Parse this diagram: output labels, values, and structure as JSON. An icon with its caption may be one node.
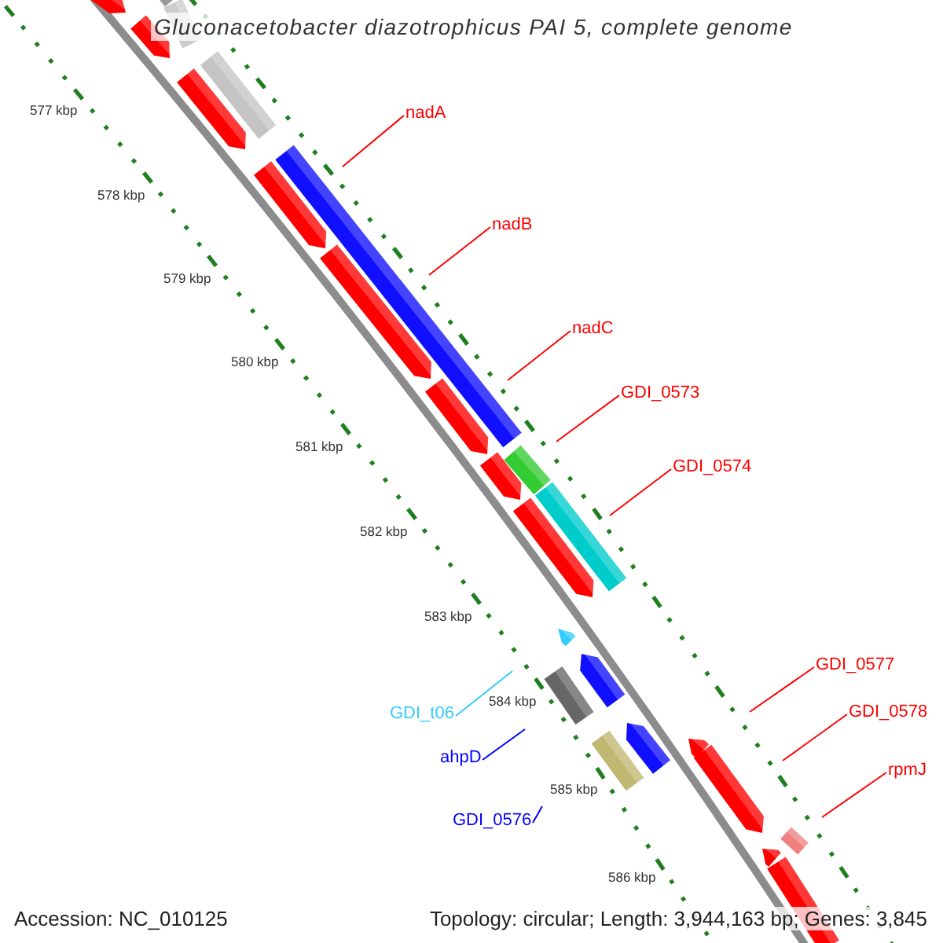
{
  "diagram": {
    "title": "Gluconacetobacter diazotrophicus PAI 5, complete genome",
    "nodes": [
      {
        "text": [
          "nadA"
        ]
      },
      {
        "text": [
          "nadB"
        ]
      },
      {
        "text": [
          "nadC"
        ]
      },
      {
        "text": [
          "GDI_0573"
        ]
      },
      {
        "text": [
          "GDI_0574"
        ]
      },
      {
        "text": [
          "GDI_t06"
        ]
      },
      {
        "text": [
          "ahpD"
        ]
      },
      {
        "text": [
          "GDI_0576"
        ]
      },
      {
        "text": [
          "GDI_0577"
        ]
      },
      {
        "text": [
          "GDI_0578"
        ]
      },
      {
        "text": [
          "rpmJ"
        ]
      }
    ],
    "edges": [
      {
        "from": 0,
        "to": null,
        "arrow": "none"
      },
      {
        "from": 1,
        "to": null,
        "arrow": "none"
      },
      {
        "from": 2,
        "to": null,
        "arrow": "none"
      },
      {
        "from": 3,
        "to": null,
        "arrow": "none"
      },
      {
        "from": 4,
        "to": null,
        "arrow": "none"
      },
      {
        "from": 5,
        "to": null,
        "arrow": "none",
        "color": "#33ccff"
      },
      {
        "from": 6,
        "to": null,
        "arrow": "none",
        "color": "#0000ff"
      },
      {
        "from": 7,
        "to": null,
        "arrow": "none",
        "color": "#0000ff"
      },
      {
        "from": 8,
        "to": null,
        "arrow": "none"
      },
      {
        "from": 9,
        "to": null,
        "arrow": "none"
      },
      {
        "from": 10,
        "to": null,
        "arrow": "none"
      }
    ],
    "labels": [
      "577 kbp",
      "578 kbp",
      "579 kbp",
      "580 kbp",
      "581 kbp",
      "582 kbp",
      "583 kbp",
      "584 kbp",
      "585 kbp",
      "586 kbp",
      "Accession: NC_010125",
      "Topology: circular; Length: 3,944,163 bp; Genes: 3,845"
    ]
  }
}
